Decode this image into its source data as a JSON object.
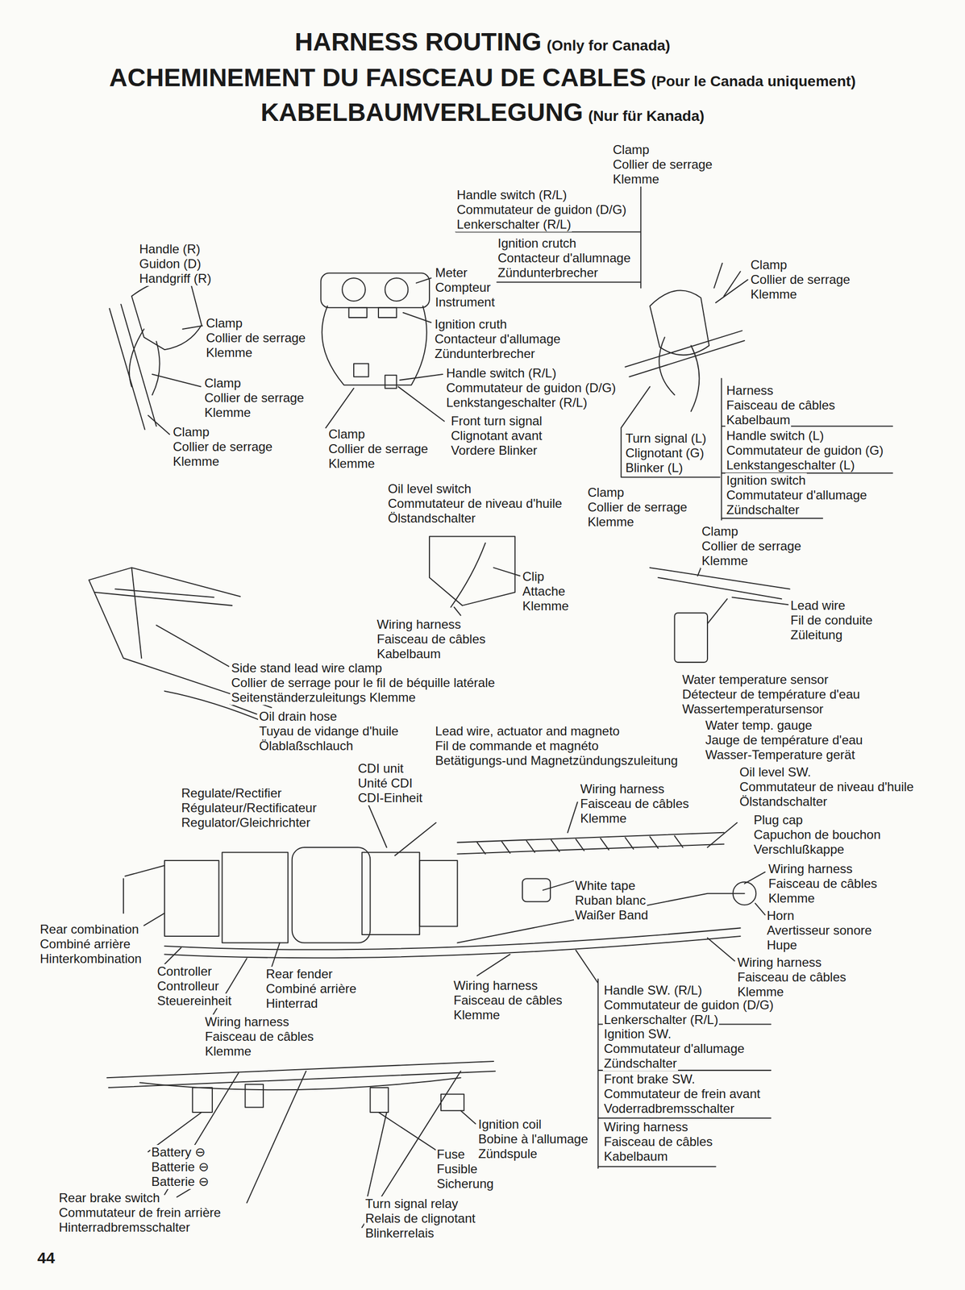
{
  "diagram": {
    "title": "HARNESS ROUTING",
    "labels": [
      "(Only for Canada)",
      "ACHEMINEMENT DU FAISCEAU DE CABLES",
      "(Pour le Canada uniquement)",
      "KABELBAUMVERLEGUNG",
      "(Nur für Kanada)",
      "Clamp",
      "Collier de serrage",
      "Klemme",
      "Handle switch (R/L)",
      "Commutateur de guidon (D/G)",
      "Lenkerschalter (R/L)",
      "Ignition crutch",
      "Contacteur d'allumnage",
      "Zündunterbrecher",
      "Handle (R)",
      "Guidon (D)",
      "Handgriff (R)",
      "Meter",
      "Compteur",
      "Instrument",
      "Clamp",
      "Collier de serrage",
      "Klemme",
      "Clamp",
      "Collier de serrage",
      "Klemme",
      "Ignition cruth",
      "Contacteur d'allumage",
      "Zündunterbrecher",
      "Handle switch (R/L)",
      "Commutateur de guidon (D/G)",
      "Lenkstangeschalter (R/L)",
      "Clamp",
      "Collier de serrage",
      "Klemme",
      "Harness",
      "Faisceau de câbles",
      "Kabelbaum",
      "Front turn signal",
      "Clignotant avant",
      "Vordere Blinker",
      "Clamp",
      "Collier de serrage",
      "Klemme",
      "Clamp",
      "Collier de serrage",
      "Klemme",
      "Handle switch (L)",
      "Commutateur de guidon (G)",
      "Lenkstangeschalter (L)",
      "Turn signal (L)",
      "Clignotant (G)",
      "Blinker (L)",
      "Ignition switch",
      "Commutateur d'allumage",
      "Zündschalter",
      "Oil level switch",
      "Commutateur de niveau d'huile",
      "Ölstandschalter",
      "Clamp",
      "Collier de serrage",
      "Klemme",
      "Clamp",
      "Collier de serrage",
      "Klemme",
      "Clip",
      "Attache",
      "Klemme",
      "Lead wire",
      "Fil de conduite",
      "Züleitung",
      "Wiring harness",
      "Faisceau de câbles",
      "Kabelbaum",
      "Side stand lead wire clamp",
      "Collier de serrage pour le fil de béquille latérale",
      "Seitenständerzuleitungs Klemme",
      "Water temperature sensor",
      "Détecteur de température d'eau",
      "Wassertemperatursensor",
      "Oil drain hose",
      "Tuyau de vidange d'huile",
      "Ölablaßschlauch",
      "Water temp. gauge",
      "Jauge de température d'eau",
      "Wasser-Temperature gerät",
      "Lead wire, actuator and magneto",
      "Fil de commande et magnéto",
      "Betätigungs-und Magnetzündungszuleitung",
      "CDI unit",
      "Unité CDI",
      "CDI-Einheit",
      "Oil level SW.",
      "Commutateur de niveau d'huile",
      "Ölstandschalter",
      "Regulate/Rectifier",
      "Régulateur/Rectificateur",
      "Regulator/Gleichrichter",
      "Wiring harness",
      "Faisceau de câbles",
      "Klemme",
      "Plug cap",
      "Capuchon de bouchon",
      "Verschlußkappe",
      "Wiring harness",
      "Faisceau de câbles",
      "Klemme",
      "White tape",
      "Ruban blanc",
      "Waißer Band",
      "Horn",
      "Avertisseur sonore",
      "Hupe",
      "Rear combination",
      "Combiné arrière",
      "Hinterkombination",
      "Wiring harness",
      "Faisceau de câbles",
      "Klemme",
      "Controller",
      "Controlleur",
      "Steuereinheit",
      "Rear fender",
      "Combiné arrière",
      "Hinterrad",
      "Wiring harness",
      "Faisceau de câbles",
      "Klemme",
      "Handle SW. (R/L)",
      "Commutateur de guidon (D/G)",
      "Lenkerschalter (R/L)",
      "Wiring harness",
      "Faisceau de câbles",
      "Klemme",
      "Ignition SW.",
      "Commutateur d'allumage",
      "Zündschalter",
      "Front brake SW.",
      "Commutateur de frein avant",
      "Voderradbremsschalter",
      "Wiring harness",
      "Faisceau de câbles",
      "Kabelbaum",
      "Ignition coil",
      "Bobine à l'allumage",
      "Zündspule",
      "Battery ⊖",
      "Batterie ⊖",
      "Batterie ⊖",
      "Fuse",
      "Fusible",
      "Sicherung",
      "Rear brake switch",
      "Commutateur de frein arrière",
      "Hinterradbremsschalter",
      "Turn signal relay",
      "Relais de clignotant",
      "Blinkerrelais",
      "44"
    ]
  }
}
